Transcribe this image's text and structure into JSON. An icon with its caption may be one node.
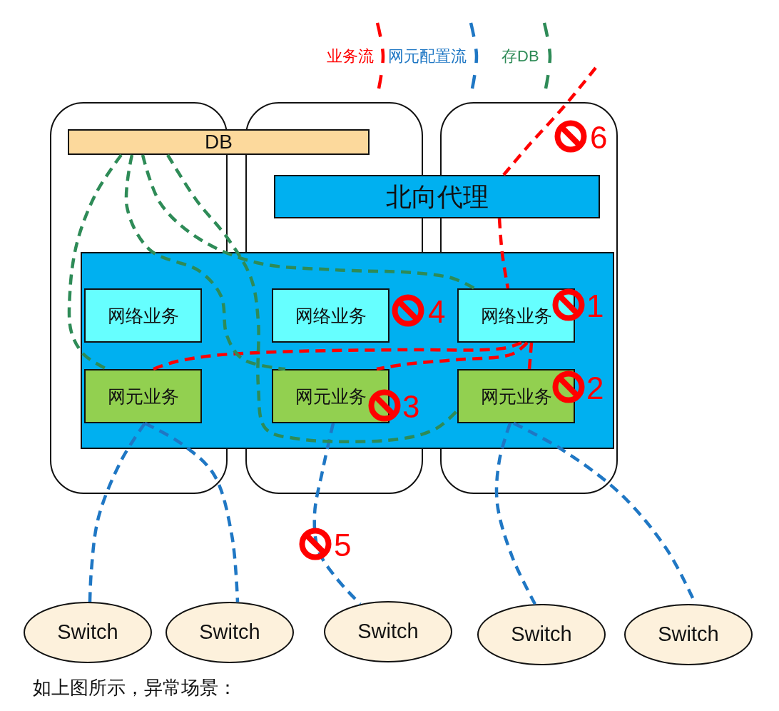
{
  "diagram": {
    "caption": "如上图所示，异常场景：",
    "nodes": [
      {
        "text": [
          "DB"
        ]
      },
      {
        "text": [
          "北向代理"
        ]
      },
      {
        "text": [
          "网络业务"
        ]
      },
      {
        "text": [
          "网络业务"
        ]
      },
      {
        "text": [
          "网络业务"
        ]
      },
      {
        "text": [
          "网元业务"
        ]
      },
      {
        "text": [
          "网元业务"
        ]
      },
      {
        "text": [
          "网元业务"
        ]
      },
      {
        "text": [
          "Switch"
        ]
      },
      {
        "text": [
          "Switch"
        ]
      },
      {
        "text": [
          "Switch"
        ]
      },
      {
        "text": [
          "Switch"
        ]
      },
      {
        "text": [
          "Switch"
        ]
      }
    ],
    "edges": [
      {
        "from": null,
        "to": 1,
        "arrow": "none",
        "style": "dashed",
        "color": "#ff0000"
      },
      {
        "from": 1,
        "to": 4,
        "arrow": "none",
        "style": "dashed",
        "color": "#ff0000"
      },
      {
        "from": 4,
        "to": 5,
        "arrow": "none",
        "style": "dashed",
        "color": "#ff0000"
      },
      {
        "from": 4,
        "to": 6,
        "arrow": "none",
        "style": "dashed",
        "color": "#ff0000"
      },
      {
        "from": 4,
        "to": 7,
        "arrow": "none",
        "style": "dashed",
        "color": "#ff0000"
      },
      {
        "from": 5,
        "to": 8,
        "arrow": "none",
        "style": "dashed",
        "color": "#1f77c4"
      },
      {
        "from": 5,
        "to": 9,
        "arrow": "none",
        "style": "dashed",
        "color": "#1f77c4"
      },
      {
        "from": 6,
        "to": 10,
        "arrow": "none",
        "style": "dashed",
        "color": "#1f77c4"
      },
      {
        "from": 7,
        "to": 11,
        "arrow": "none",
        "style": "dashed",
        "color": "#1f77c4"
      },
      {
        "from": 7,
        "to": 12,
        "arrow": "none",
        "style": "dashed",
        "color": "#1f77c4"
      },
      {
        "from": 0,
        "to": 5,
        "arrow": "none",
        "style": "dashed",
        "color": "#2e8b57"
      },
      {
        "from": 0,
        "to": 6,
        "arrow": "none",
        "style": "dashed",
        "color": "#2e8b57"
      },
      {
        "from": 0,
        "to": 4,
        "arrow": "none",
        "style": "dashed",
        "color": "#2e8b57"
      },
      {
        "from": 0,
        "to": 7,
        "arrow": "none",
        "style": "dashed",
        "color": "#2e8b57"
      }
    ],
    "labels": [
      "6",
      "4",
      "1",
      "2",
      "3",
      "5"
    ],
    "legend": [
      {
        "text": "业务流",
        "color": "#ff0000"
      },
      {
        "text": "网元配置流",
        "color": "#1f77c4"
      },
      {
        "text": "存DB",
        "color": "#2e8b57"
      }
    ]
  }
}
